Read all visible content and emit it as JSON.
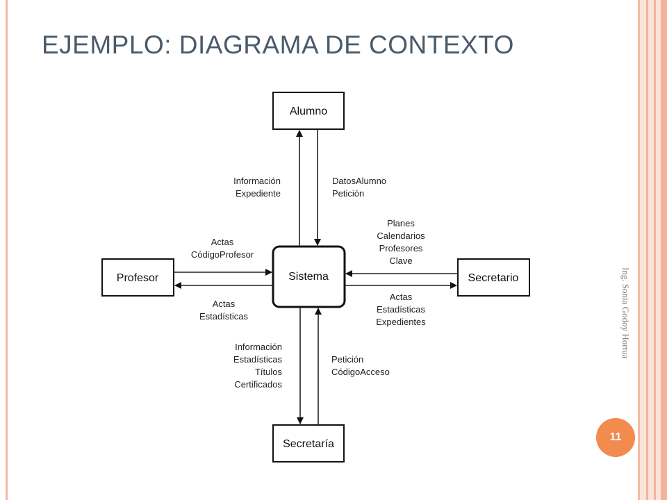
{
  "slide": {
    "title": "EJEMPLO: DIAGRAMA DE CONTEXTO",
    "author": "Ing. Sonia Godoy Hortua",
    "page_number": "11"
  },
  "diagram": {
    "center": "Sistema",
    "entities": {
      "top": "Alumno",
      "left": "Profesor",
      "right": "Secretario",
      "bottom": "Secretaría"
    },
    "flows": {
      "sistema_to_alumno": [
        "Información",
        "Expediente"
      ],
      "alumno_to_sistema": [
        "DatosAlumno",
        "Petición"
      ],
      "profesor_to_sistema": [
        "Actas",
        "CódigoProfesor"
      ],
      "sistema_to_profesor": [
        "Actas",
        "Estadísticas"
      ],
      "secretario_to_sistema": [
        "Planes",
        "Calendarios",
        "Profesores",
        "Clave"
      ],
      "sistema_to_secretario": [
        "Actas",
        "Estadísticas",
        "Expedientes"
      ],
      "sistema_to_secretaria": [
        "Información",
        "Estadísticas",
        "Títulos",
        "Certificados"
      ],
      "secretaria_to_sistema": [
        "Petición",
        "CódigoAcceso"
      ]
    }
  }
}
